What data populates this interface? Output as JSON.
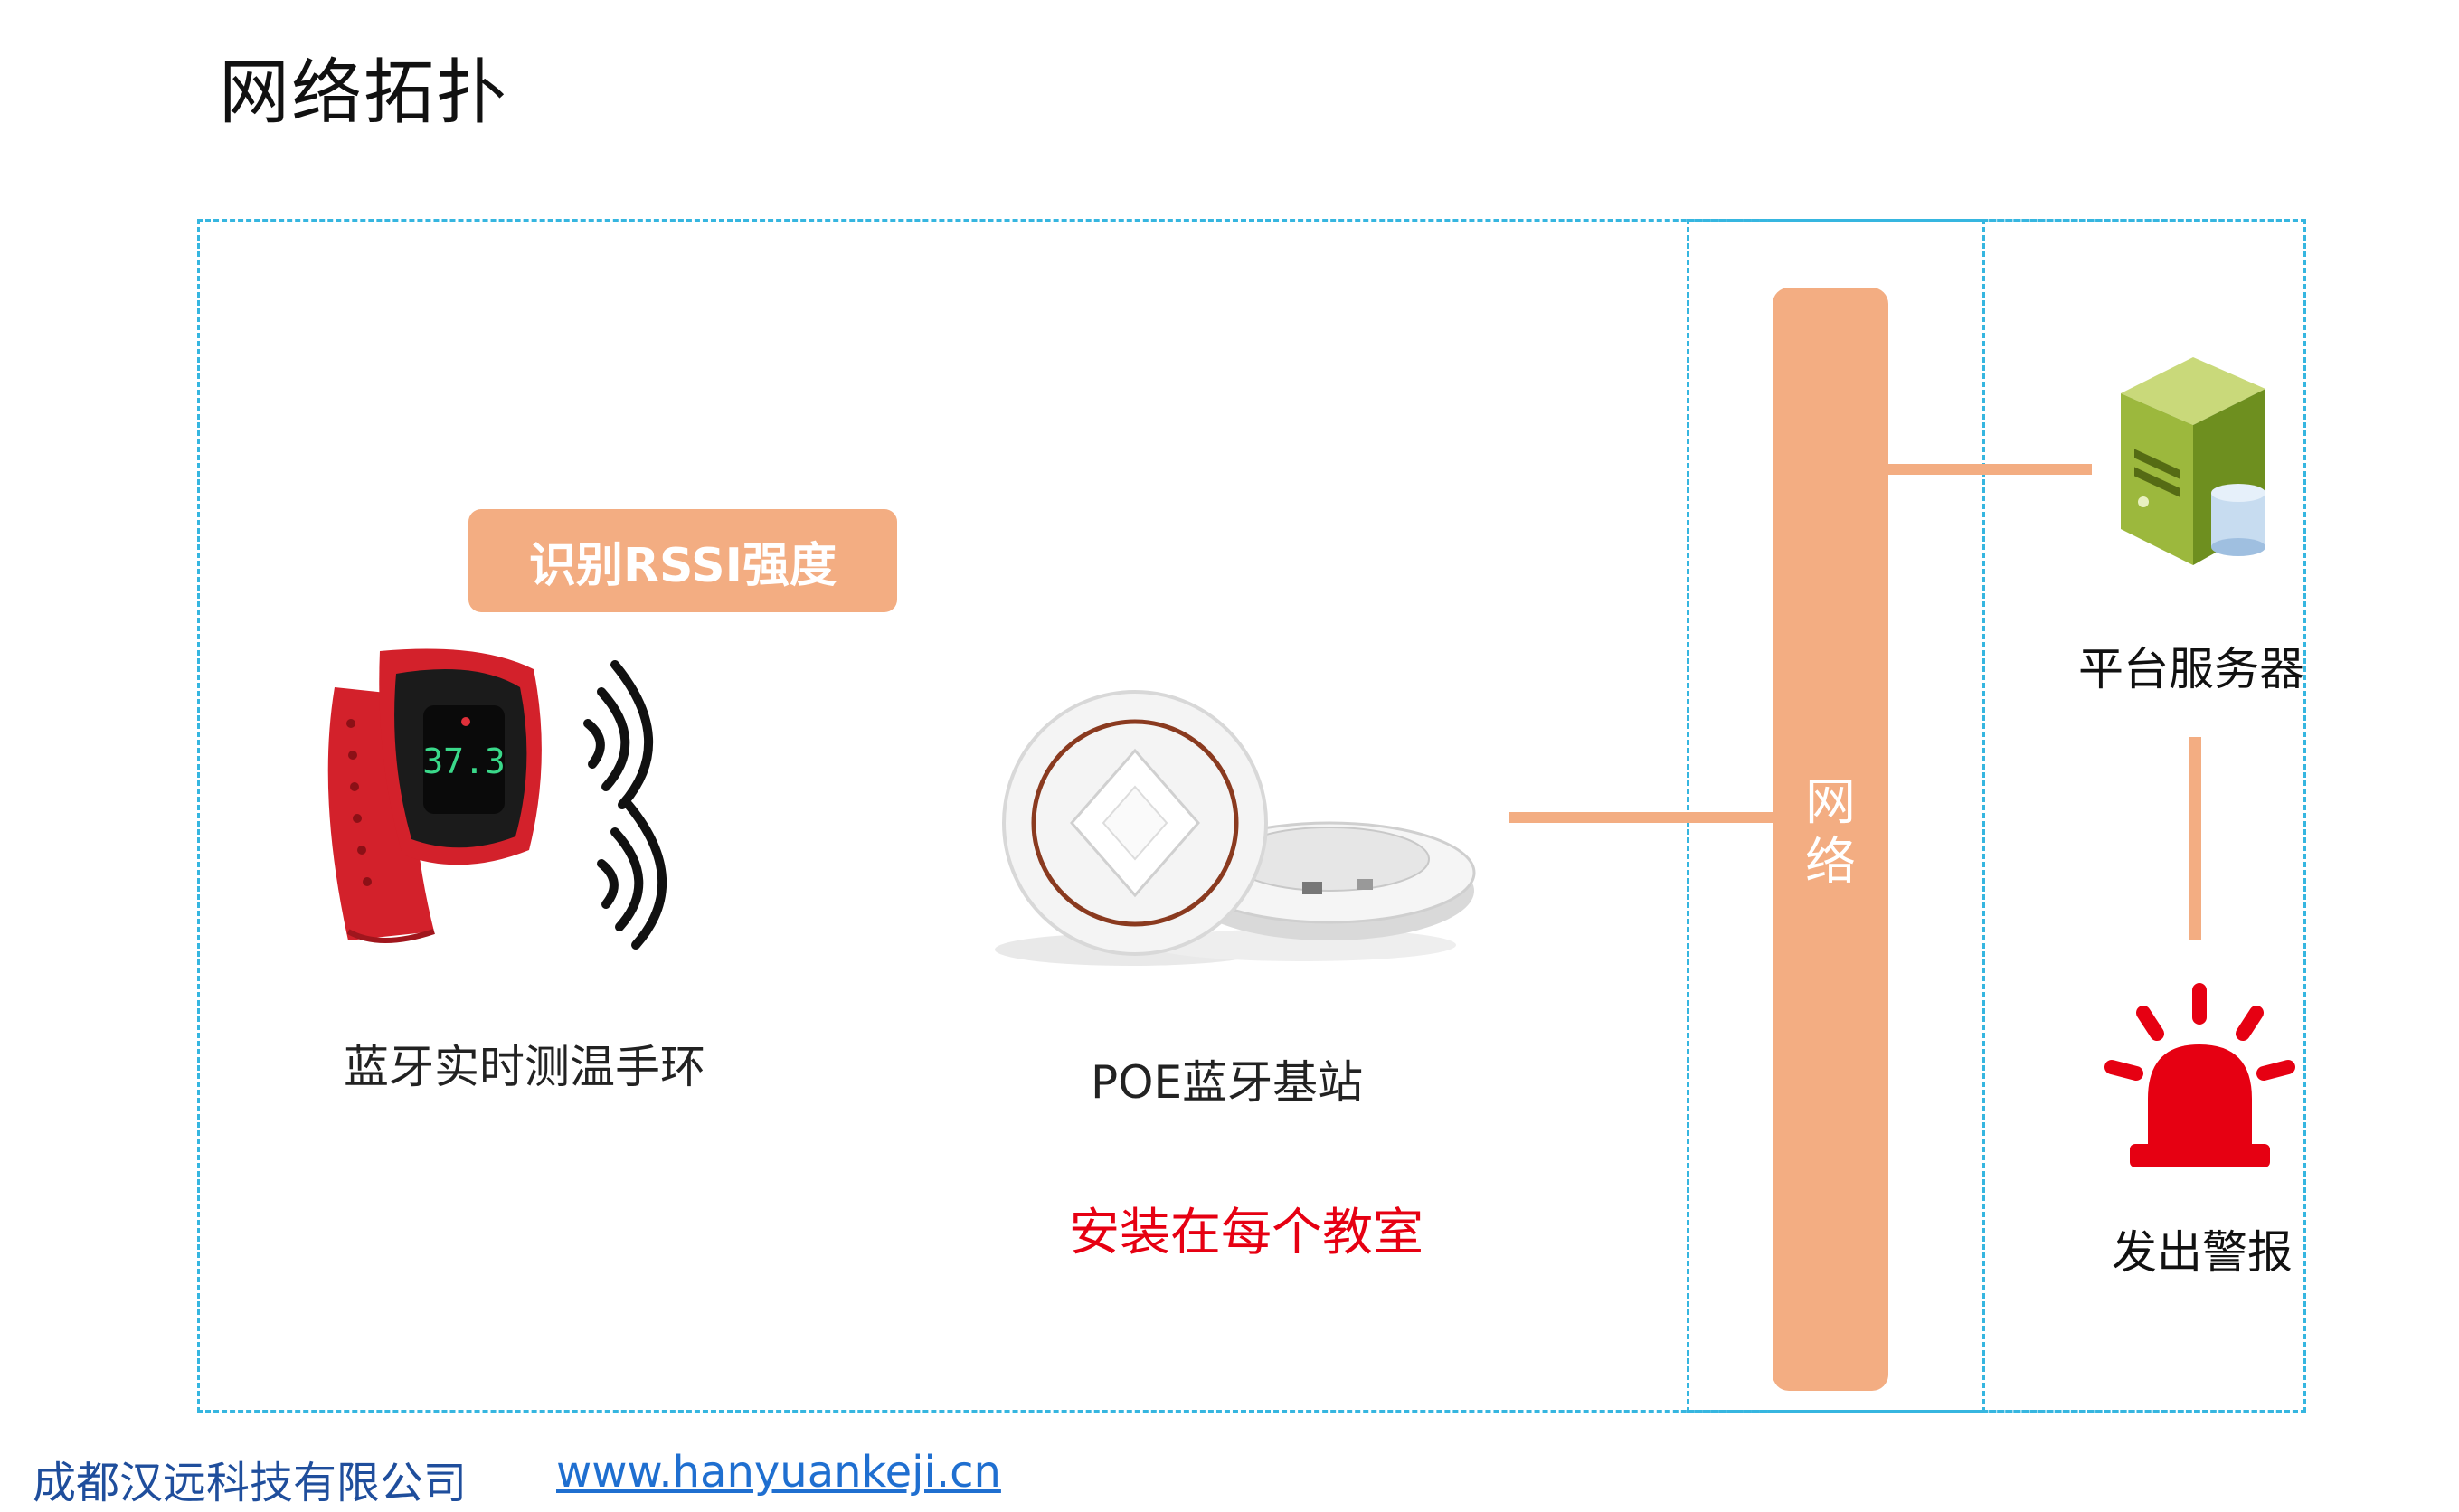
{
  "title": "网络拓扑",
  "rssi_badge": "识别RSSI强度",
  "wristband": {
    "label": "蓝牙实时测温手环",
    "display": "37.3"
  },
  "base_station": {
    "label": "POE蓝牙基站"
  },
  "install_note": "安装在每个教室",
  "network": {
    "label_line1": "网",
    "label_line2": "络"
  },
  "server": {
    "label": "平台服务器"
  },
  "alarm": {
    "label": "发出警报"
  },
  "footer": {
    "company": "成都汉远科技有限公司",
    "website": "www.hanyuankeji.cn"
  },
  "colors": {
    "accent": "#f3ad82",
    "dashed_border": "#36b6e0",
    "alert": "#e60012",
    "company": "#1f4e9c"
  }
}
